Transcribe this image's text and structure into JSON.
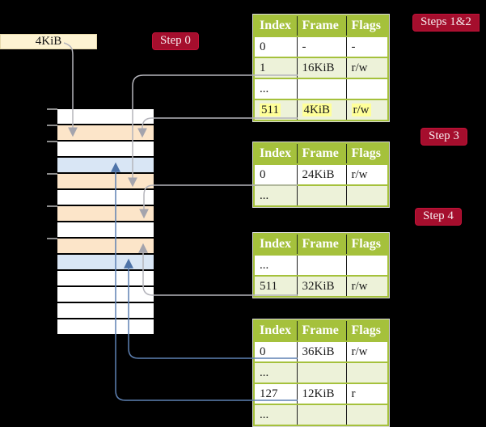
{
  "colors": {
    "background": "#000000",
    "table_header_green": "#a5c13c",
    "table_row_green": "#edf2d9",
    "row_peach": "#fce5c9",
    "row_blue": "#d9e6f5",
    "highlight_yellow": "#ffff99",
    "badge_red": "#a50e2d",
    "box_cream": "#fdf3d2",
    "arrow_gray": "#b5b5bc",
    "arrow_blue": "#5e81b3"
  },
  "page_size_box": {
    "label": "4KiB"
  },
  "badges": {
    "step0": "Step 0",
    "steps12": "Steps 1&2",
    "step3": "Step 3",
    "step4": "Step 4"
  },
  "table_headers": [
    "Index",
    "Frame",
    "Flags"
  ],
  "tables": {
    "t1": {
      "rows": [
        [
          "0",
          "-",
          "-"
        ],
        [
          "1",
          "16KiB",
          "r/w"
        ],
        [
          "...",
          "",
          ""
        ],
        [
          "511",
          "4KiB",
          "r/w"
        ]
      ]
    },
    "t2": {
      "rows": [
        [
          "0",
          "24KiB",
          "r/w"
        ],
        [
          "...",
          "",
          ""
        ]
      ]
    },
    "t3": {
      "rows": [
        [
          "...",
          "",
          ""
        ],
        [
          "511",
          "32KiB",
          "r/w"
        ]
      ]
    },
    "t4": {
      "rows": [
        [
          "0",
          "36KiB",
          "r/w"
        ],
        [
          "...",
          "",
          ""
        ],
        [
          "127",
          "12KiB",
          "r"
        ],
        [
          "...",
          "",
          ""
        ]
      ]
    }
  },
  "memory": {
    "rows": [
      "white",
      "peach",
      "white",
      "blue",
      "peach",
      "white",
      "peach",
      "white",
      "peach",
      "blue",
      "white",
      "white",
      "white",
      "white"
    ]
  }
}
